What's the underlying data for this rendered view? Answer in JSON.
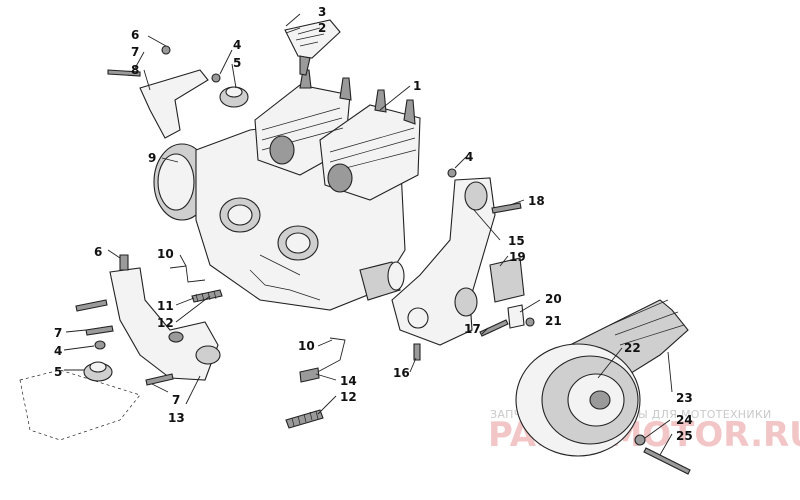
{
  "callouts": [
    {
      "id": "c1",
      "text": "1"
    },
    {
      "id": "c2",
      "text": "2"
    },
    {
      "id": "c3",
      "text": "3"
    },
    {
      "id": "c4a",
      "text": "4"
    },
    {
      "id": "c4b",
      "text": "4"
    },
    {
      "id": "c4c",
      "text": "4"
    },
    {
      "id": "c5a",
      "text": "5"
    },
    {
      "id": "c5b",
      "text": "5"
    },
    {
      "id": "c6a",
      "text": "6"
    },
    {
      "id": "c6b",
      "text": "6"
    },
    {
      "id": "c7a",
      "text": "7"
    },
    {
      "id": "c7b",
      "text": "7"
    },
    {
      "id": "c7c",
      "text": "7"
    },
    {
      "id": "c8",
      "text": "8"
    },
    {
      "id": "c9",
      "text": "9"
    },
    {
      "id": "c10a",
      "text": "10"
    },
    {
      "id": "c10b",
      "text": "10"
    },
    {
      "id": "c11",
      "text": "11"
    },
    {
      "id": "c12a",
      "text": "12"
    },
    {
      "id": "c12b",
      "text": "12"
    },
    {
      "id": "c13",
      "text": "13"
    },
    {
      "id": "c14",
      "text": "14"
    },
    {
      "id": "c15",
      "text": "15"
    },
    {
      "id": "c16",
      "text": "16"
    },
    {
      "id": "c17",
      "text": "17"
    },
    {
      "id": "c18",
      "text": "18"
    },
    {
      "id": "c19",
      "text": "19"
    },
    {
      "id": "c20",
      "text": "20"
    },
    {
      "id": "c21",
      "text": "21"
    },
    {
      "id": "c22",
      "text": "22"
    },
    {
      "id": "c23",
      "text": "23"
    },
    {
      "id": "c24",
      "text": "24"
    },
    {
      "id": "c25",
      "text": "25"
    }
  ],
  "watermark": {
    "tagline": "ЗАПЧАСТИ И АКСЕССУАРЫ ДЛЯ МОТОТЕХНИКИ",
    "logo": "PARTSMOTOR.RU"
  },
  "colors": {
    "line": "#222222",
    "watermark_text": "#c9c9c9",
    "watermark_logo": "#f2c6c6"
  }
}
